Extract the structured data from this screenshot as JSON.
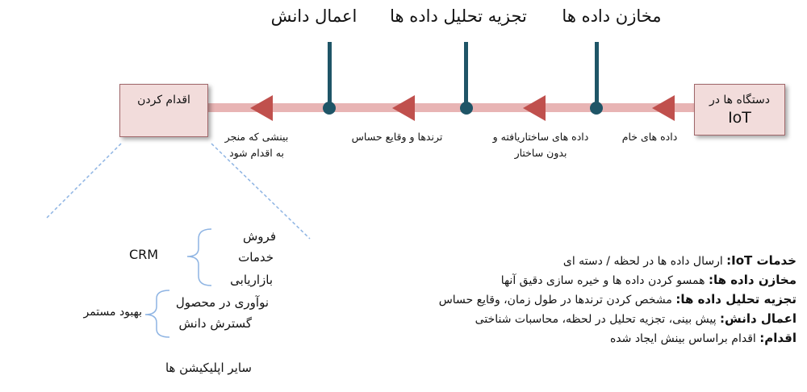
{
  "stages": [
    {
      "title": "مخازن داده ها"
    },
    {
      "title": "تجزیه تحلیل داده ها"
    },
    {
      "title": "اعمال دانش"
    }
  ],
  "boxes": {
    "source": {
      "line1": "دستگاه ها در",
      "line2": "IoT"
    },
    "target": {
      "label": "اقدام کردن"
    }
  },
  "flow_labels": {
    "raw": "داده های خام",
    "structured_line1": "داده های ساختاریافته و",
    "structured_line2": "بدون ساختار",
    "trends": "ترندها و وقایع حساس",
    "insight_line1": "بینشی که منجر",
    "insight_line2": "به اقدام شود"
  },
  "applications": {
    "sales": "فروش",
    "services": "خدمات",
    "marketing": "بازاریابی",
    "crm": "CRM",
    "innovation": "نوآوری در محصول",
    "knowledge": "گسترش دانش",
    "improvement": "بهبود مستمر",
    "other": "سایر اپلیکیشن ها"
  },
  "definitions": [
    {
      "term": "خدمات IoT:",
      "desc": " ارسال داده ها در لحظه / دسته ای"
    },
    {
      "term": "مخازن داده ها:",
      "desc": " همسو کردن داده ها و خیره سازی دقیق آنها"
    },
    {
      "term": "تجزیه تحلیل داده ها:",
      "desc": " مشخص کردن ترندها در طول زمان، وقایع حساس"
    },
    {
      "term": "اعمال دانش:",
      "desc": " پیش بینی، تجزیه تحلیل در لحظه، محاسبات شناختی"
    },
    {
      "term": "اقدام:",
      "desc": " اقدام براساس بینش ایجاد شده"
    }
  ],
  "colors": {
    "pipe": "#e8b4b4",
    "arrow": "#c0504d",
    "node": "#1f5567",
    "box_fill": "#f2dcdb",
    "box_border": "#a0676a",
    "brace": "#8eb4e3",
    "dashed": "#8eb4e3"
  }
}
